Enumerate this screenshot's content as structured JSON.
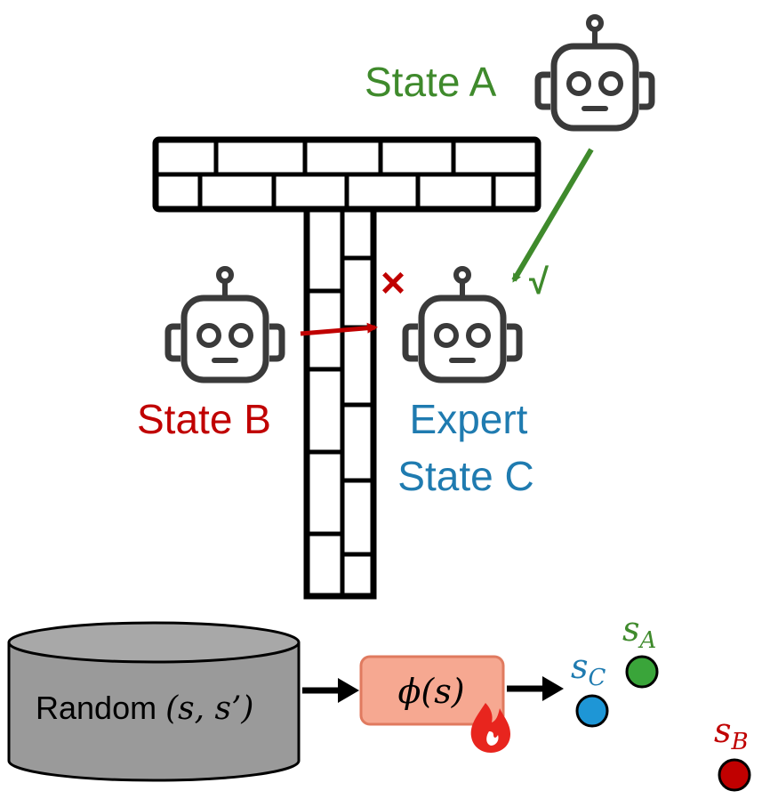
{
  "labels": {
    "state_a": "State A",
    "state_b": "State B",
    "expert_line1": "Expert",
    "expert_line2": "State C",
    "check_mark": "√",
    "cross_mark": "×"
  },
  "database": {
    "text": "Random ",
    "math": "(s, s’)"
  },
  "encoder": {
    "text": "ϕ(s)"
  },
  "embedding_points": [
    {
      "symbol": "s",
      "subscript": "A"
    },
    {
      "symbol": "s",
      "subscript": "B"
    },
    {
      "symbol": "s",
      "subscript": "C"
    }
  ],
  "colors": {
    "green": "#3f8a2c",
    "red": "#c00000",
    "blue": "#1f7bb0",
    "robot": "#3a3a3a",
    "encoder_fill": "#f6a891",
    "encoder_stroke": "#e07a5f",
    "db_fill": "#9a9a9a",
    "point_green": "#3aa53a",
    "point_blue": "#1e96d6",
    "point_red": "#c00000"
  },
  "icons": [
    "robot-icon",
    "wall-icon",
    "database-icon",
    "fire-icon",
    "arrow-icon"
  ]
}
